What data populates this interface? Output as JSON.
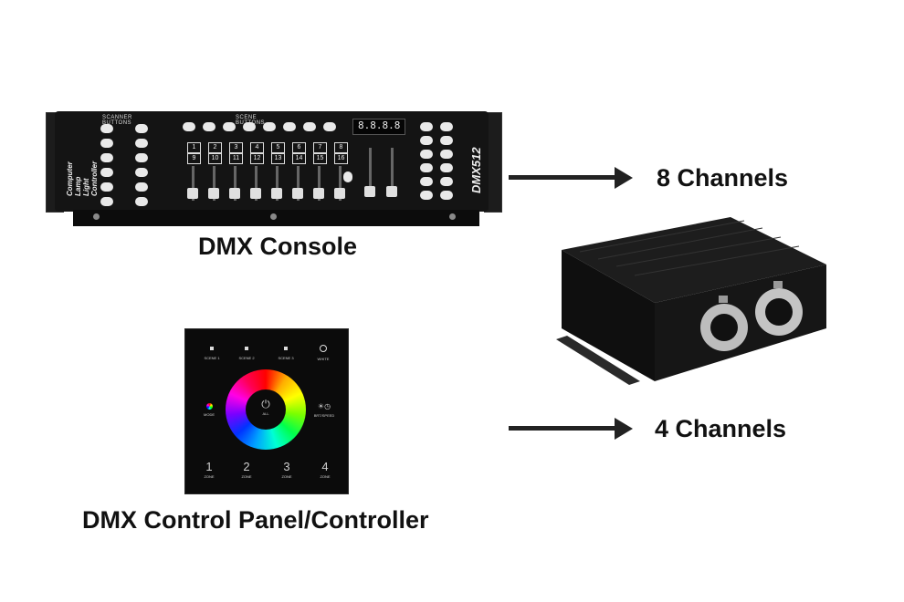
{
  "console": {
    "caption": "DMX Console",
    "model_text": "DMX512",
    "side_text": "Computer Lamp Light Controller",
    "scanner_label": "SCANNER BUTTONS",
    "scene_label": "SCENE BUTTONS",
    "fader_numbers_top": [
      "1",
      "2",
      "3",
      "4",
      "5",
      "6",
      "7",
      "8"
    ],
    "fader_numbers_bottom": [
      "9",
      "10",
      "11",
      "12",
      "13",
      "14",
      "15",
      "16"
    ],
    "display_text": "8.8.8.8"
  },
  "panel": {
    "caption": "DMX Control Panel/Controller",
    "scenes": [
      "SCENE 1",
      "SCENE 2",
      "SCENE 3",
      "WHITE"
    ],
    "mode_label": "MODE",
    "bright_label": "BRT/SPEED",
    "all_label": "ALL",
    "zones": [
      "1",
      "2",
      "3",
      "4"
    ],
    "zone_label": "ZONE"
  },
  "outputs": {
    "top": "8 Channels",
    "bottom": "4 Channels"
  },
  "colors": {
    "arrow": "#222222",
    "device": "#141414",
    "ring": "#bdbdbd"
  }
}
